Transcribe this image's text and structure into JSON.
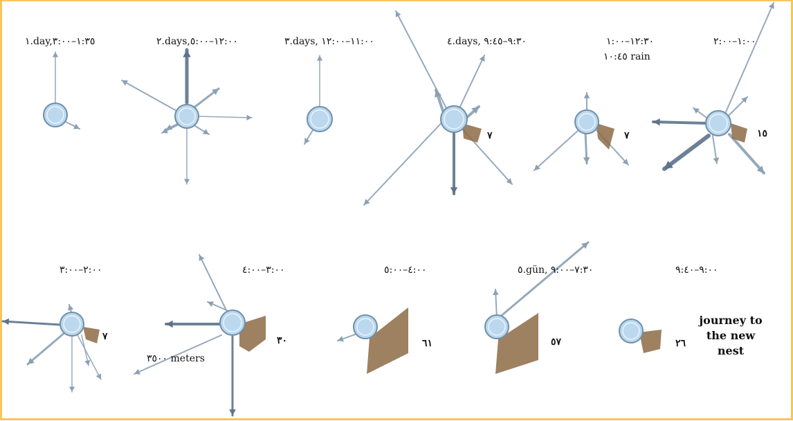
{
  "panels": [
    {
      "label": "١.day,١:٣٥–٣:٠٠"
    },
    {
      "label": "٢.days,١٢:٠٠–٥:٠٠"
    },
    {
      "label": "٣.days, ١١:٠٠–١٢:٠٠"
    },
    {
      "label": "٤.days, ٩:٣٠–٩:٤٥",
      "count": "٧"
    },
    {
      "label": "١٢:٣٠–١:٠٠",
      "sublabel": "١٠:٤٥ rain",
      "count": "٧"
    },
    {
      "label": "١:٠٠–٢:٠٠",
      "count": "١٥"
    },
    {
      "label": "٢:٠٠–٣:٠٠",
      "count": "٧"
    },
    {
      "label": "٣:٠٠–٤:٠٠",
      "count": "٣٠",
      "distance": "٣٥٠٠ meters"
    },
    {
      "label": "٤:٠٠–٥:٠٠",
      "count": "٦١"
    },
    {
      "label": "٥.gün, ٧:٣٠–٩:٠٠",
      "count": "٥٧"
    },
    {
      "label": "٩:٠٠–٩:٤٠",
      "count": "٢٦"
    }
  ],
  "note": {
    "line1": "journey to",
    "line2": "the new",
    "line3": "nest"
  },
  "colors": {
    "nest_fill": "#bcd8ef",
    "nest_stroke": "#6e8fa8",
    "trail": "#8aa0b4",
    "trail_heavy": "#5d748a",
    "rock": "#8c6b45",
    "border": "#f7c65a"
  }
}
